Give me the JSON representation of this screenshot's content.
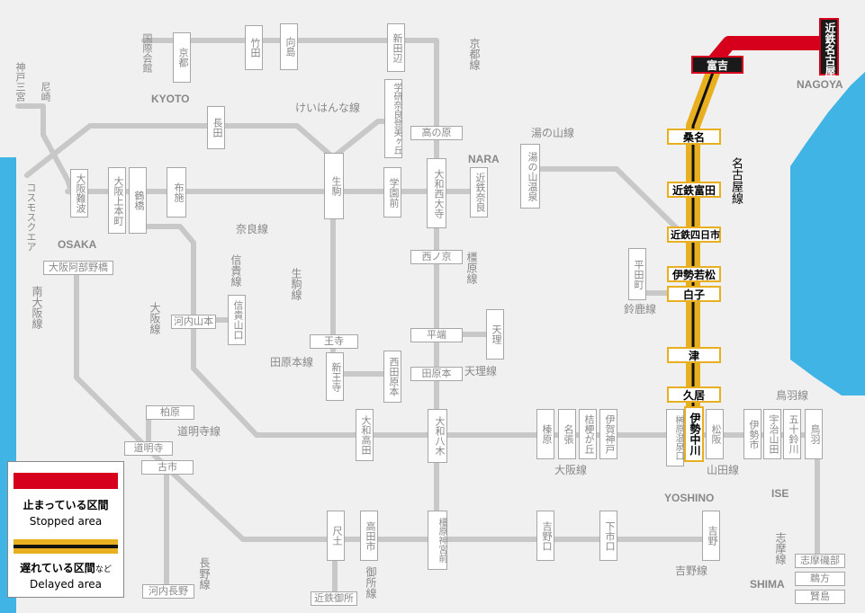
{
  "colors": {
    "line": "#c8c8c8",
    "stopped": "#d6001c",
    "delayed": "#e8b020",
    "core": "#111111",
    "sea": "#41b4e6"
  },
  "legend": {
    "stopped_ja": "止まっている区間",
    "stopped_en": "Stopped area",
    "delayed_ja": "遅れている区間",
    "delayed_ja_suffix": "など",
    "delayed_en": "Delayed area"
  },
  "cities": {
    "kyoto": "KYOTO",
    "nara": "NARA",
    "osaka": "OSAKA",
    "nagoya": "NAGOYA",
    "yoshino": "YOSHINO",
    "ise": "ISE",
    "shima": "SHIMA"
  },
  "lines": {
    "kyoto": "京都線",
    "keihanna": "けいはんな線",
    "yunoyama": "湯の山線",
    "nagoya": "名古屋線",
    "nara": "奈良線",
    "shigi": "信貴線",
    "ikoma": "生駒線",
    "osaka": "大阪線",
    "kashihara": "橿原線",
    "suzuka": "鈴鹿線",
    "minami_osaka": "南大阪線",
    "tawaramoto": "田原本線",
    "tenri": "天理線",
    "domyoji": "道明寺線",
    "osaka2": "大阪線",
    "yamada": "山田線",
    "toba": "鳥羽線",
    "shima": "志摩線",
    "nagano": "長野線",
    "gose": "御所線",
    "yoshino": "吉野線"
  },
  "stations": {
    "kobe_sannomiya": "神戸三宮",
    "amagasaki": "尼崎",
    "cosmo_square": "コスモスクエア",
    "osaka_namba": "大阪難波",
    "osaka_uehommachi": "大阪上本町",
    "tsuruhashi": "鶴橋",
    "fuse": "布施",
    "kokusaikaikan": "国際会館",
    "kyoto": "京都",
    "takeda": "竹田",
    "mukaijima": "向島",
    "shintanabe": "新田辺",
    "nagata": "長田",
    "gakkenarakita": "学研奈良登美ヶ丘",
    "takanohara": "高の原",
    "ikoma": "生駒",
    "gakuenmae": "学園前",
    "yamato_saidaiji": "大和西大寺",
    "kintetsu_nara": "近鉄奈良",
    "nishinokyo": "西ノ京",
    "osaka_abenobashi": "大阪阿部野橋",
    "kawachiyamamoto": "河内山本",
    "shigisanguchi": "信貴山口",
    "oji": "王寺",
    "shin_oji": "新王寺",
    "hirahata": "平端",
    "tenri": "天理",
    "tawaramoto": "西田原本",
    "yamato_yagi_line": "田原本",
    "kashiwara": "柏原",
    "domyoji": "道明寺",
    "furuichi": "古市",
    "yamato_takada": "大和高田",
    "yamato_yagi": "大和八木",
    "haibara": "榛原",
    "nabari": "名張",
    "kikyogaoka": "桔梗が丘",
    "iga_kambe": "伊賀神戸",
    "shakudo": "尺土",
    "takadashi": "高田市",
    "kashiharajingumae": "橿原神宮前",
    "yoshinoguchi": "吉野口",
    "shimoichiguchi": "下市口",
    "yoshino": "吉野",
    "kawachinagano": "河内長野",
    "gose": "近鉄御所",
    "yunoyama_onsen": "湯の山温泉",
    "hirata": "平田町",
    "sakakibara": "榊原温泉口",
    "matsusaka": "松阪",
    "iseshi": "伊勢市",
    "ujiyamada": "宇治山田",
    "isuzugawa": "五十鈴川",
    "toba": "鳥羽",
    "shima_isobe": "志摩磯部",
    "ugata": "鵜方",
    "kashikojima": "賢島",
    "kintetsu_nagoya": "近鉄名古屋",
    "tomiyoshi": "富吉",
    "kuwana": "桑名",
    "kintetsu_tomida": "近鉄富田",
    "kintetsu_yokkaichi": "近鉄四日市",
    "ise_wakamatsu": "伊勢若松",
    "shiroko": "白子",
    "tsu": "津",
    "hisai": "久居",
    "ise_nakagawa": "伊勢中川"
  }
}
